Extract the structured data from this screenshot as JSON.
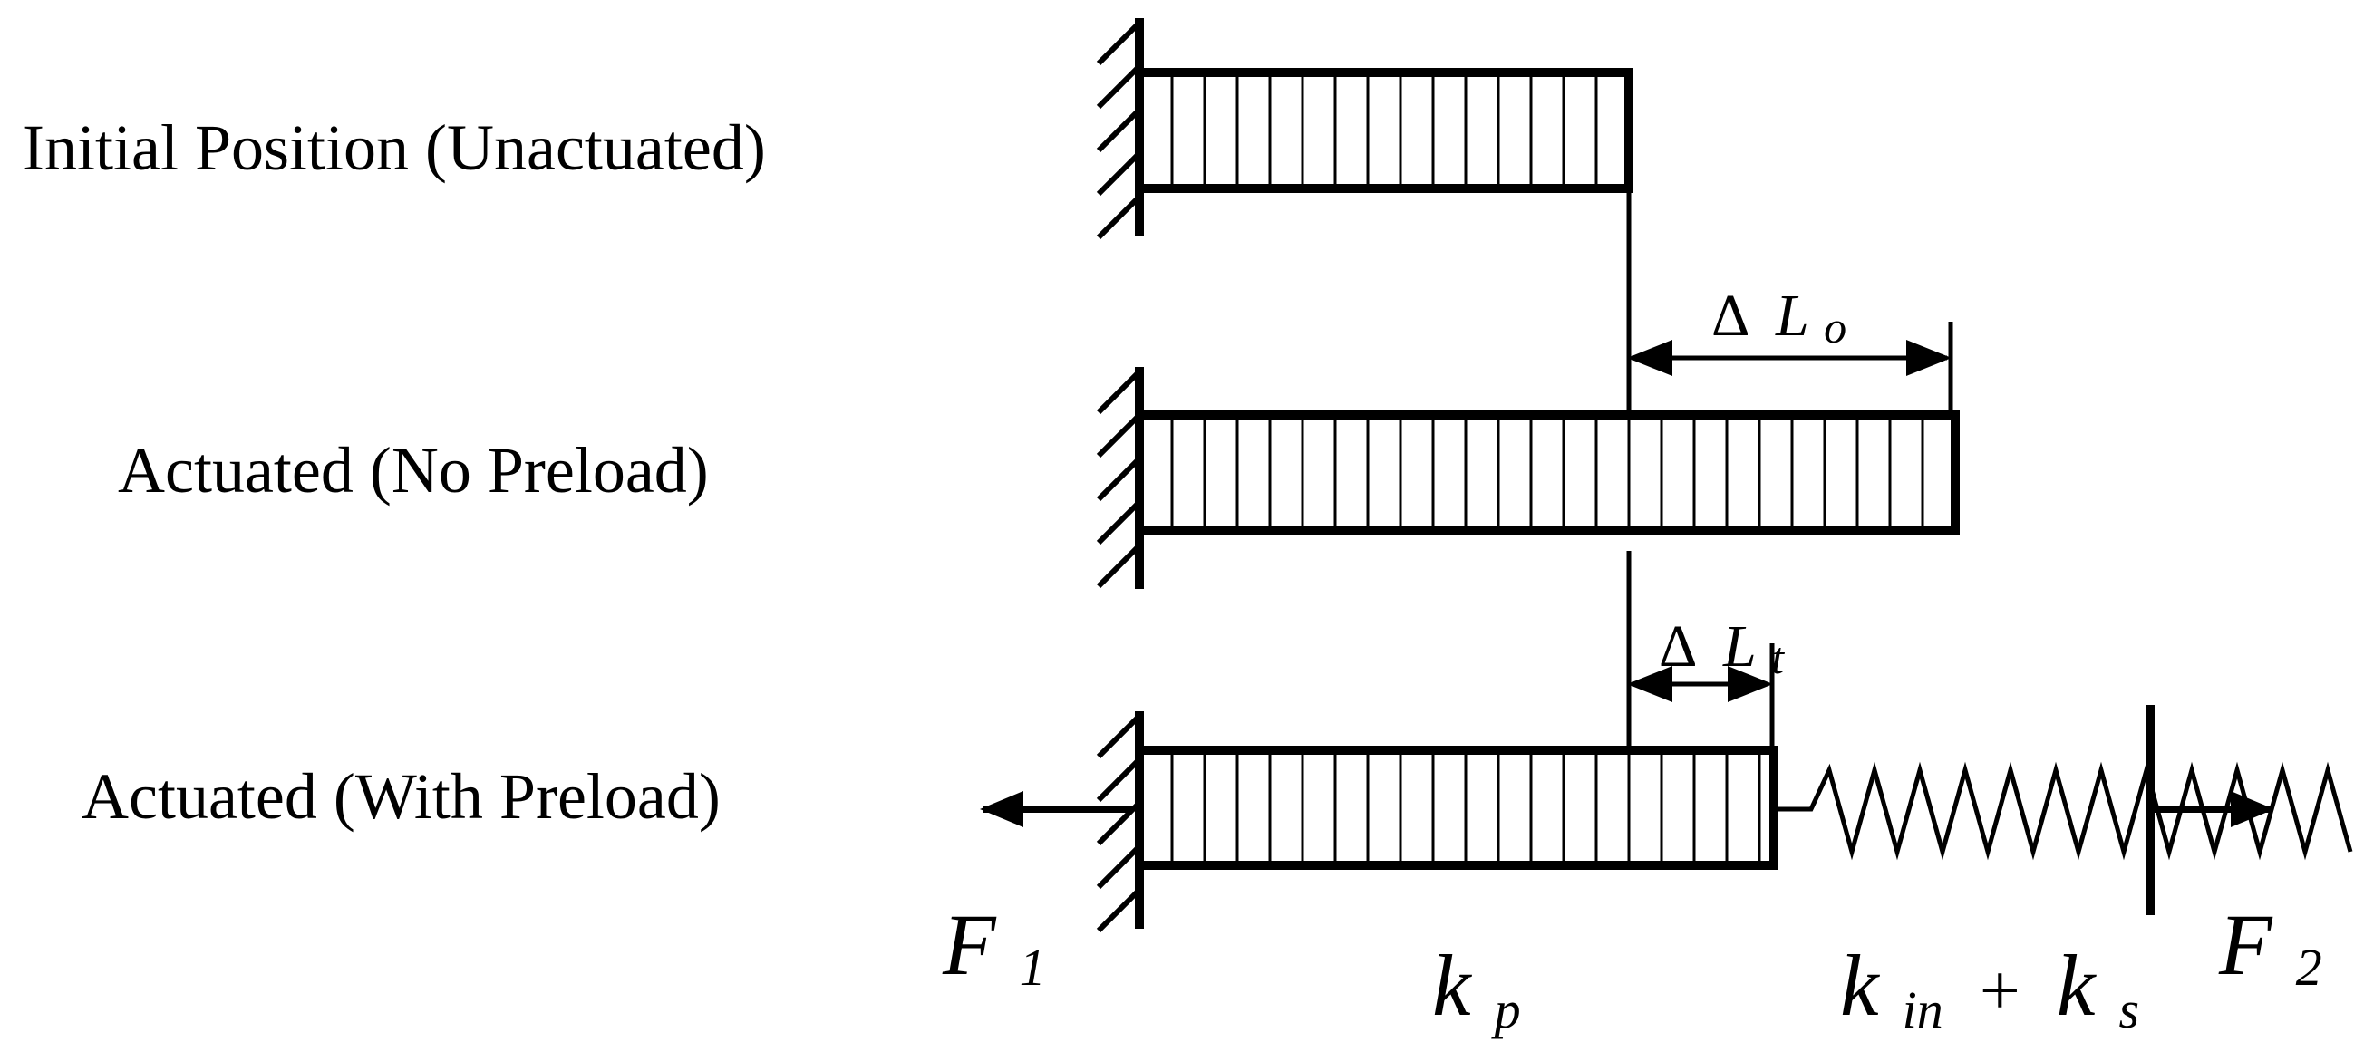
{
  "labels": {
    "initial": "Initial Position (Unactuated)",
    "no_preload": "Actuated (No Preload)",
    "with_preload": "Actuated (With Preload)"
  },
  "symbols": {
    "delta": "Δ",
    "L": "L",
    "o": "o",
    "t": "t",
    "F": "F",
    "one": "1",
    "two": "2",
    "k": "k",
    "p": "p",
    "in": "in",
    "plus": "+",
    "s": "s"
  }
}
